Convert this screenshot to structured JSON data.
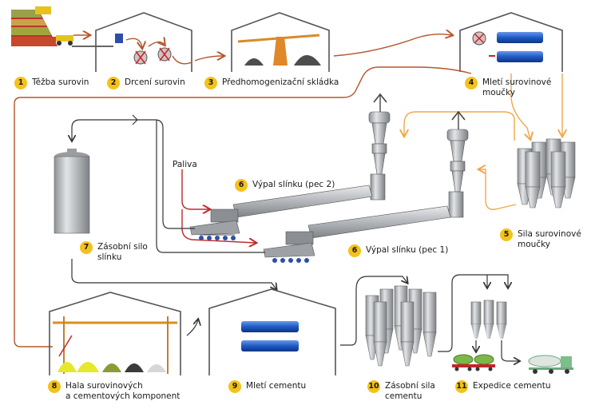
{
  "steps": [
    {
      "num": "1",
      "lines": [
        "Těžba surovin"
      ]
    },
    {
      "num": "2",
      "lines": [
        "Drcení surovin"
      ]
    },
    {
      "num": "3",
      "lines": [
        "Předhomogenizační skládka"
      ]
    },
    {
      "num": "4",
      "lines": [
        "Mletí surovinové",
        "moučky"
      ]
    },
    {
      "num": "5",
      "lines": [
        "Sila surovinové",
        "moučky"
      ]
    },
    {
      "num": "6",
      "lines": [
        "Výpal slínku (pec 2)"
      ]
    },
    {
      "num": "6",
      "lines": [
        "Výpal slínku (pec 1)"
      ]
    },
    {
      "num": "7",
      "lines": [
        "Zásobní silo",
        "slínku"
      ]
    },
    {
      "num": "8",
      "lines": [
        "Hala surovinových",
        "a cementových komponent"
      ]
    },
    {
      "num": "9",
      "lines": [
        "Mletí cementu"
      ]
    },
    {
      "num": "10",
      "lines": [
        "Zásobní sila",
        "cementu"
      ]
    },
    {
      "num": "11",
      "lines": [
        "Expedice cementu"
      ]
    }
  ],
  "fuel_label": "Paliva",
  "colors": {
    "badge": "#f4c21a",
    "flow_raw": "#b5562c",
    "flow_meal": "#f0a848",
    "flow_clinker": "#333333",
    "flow_fuel": "#c0282a",
    "mill_blue": "#1e5bc6",
    "steel": "#b9bcc0"
  }
}
